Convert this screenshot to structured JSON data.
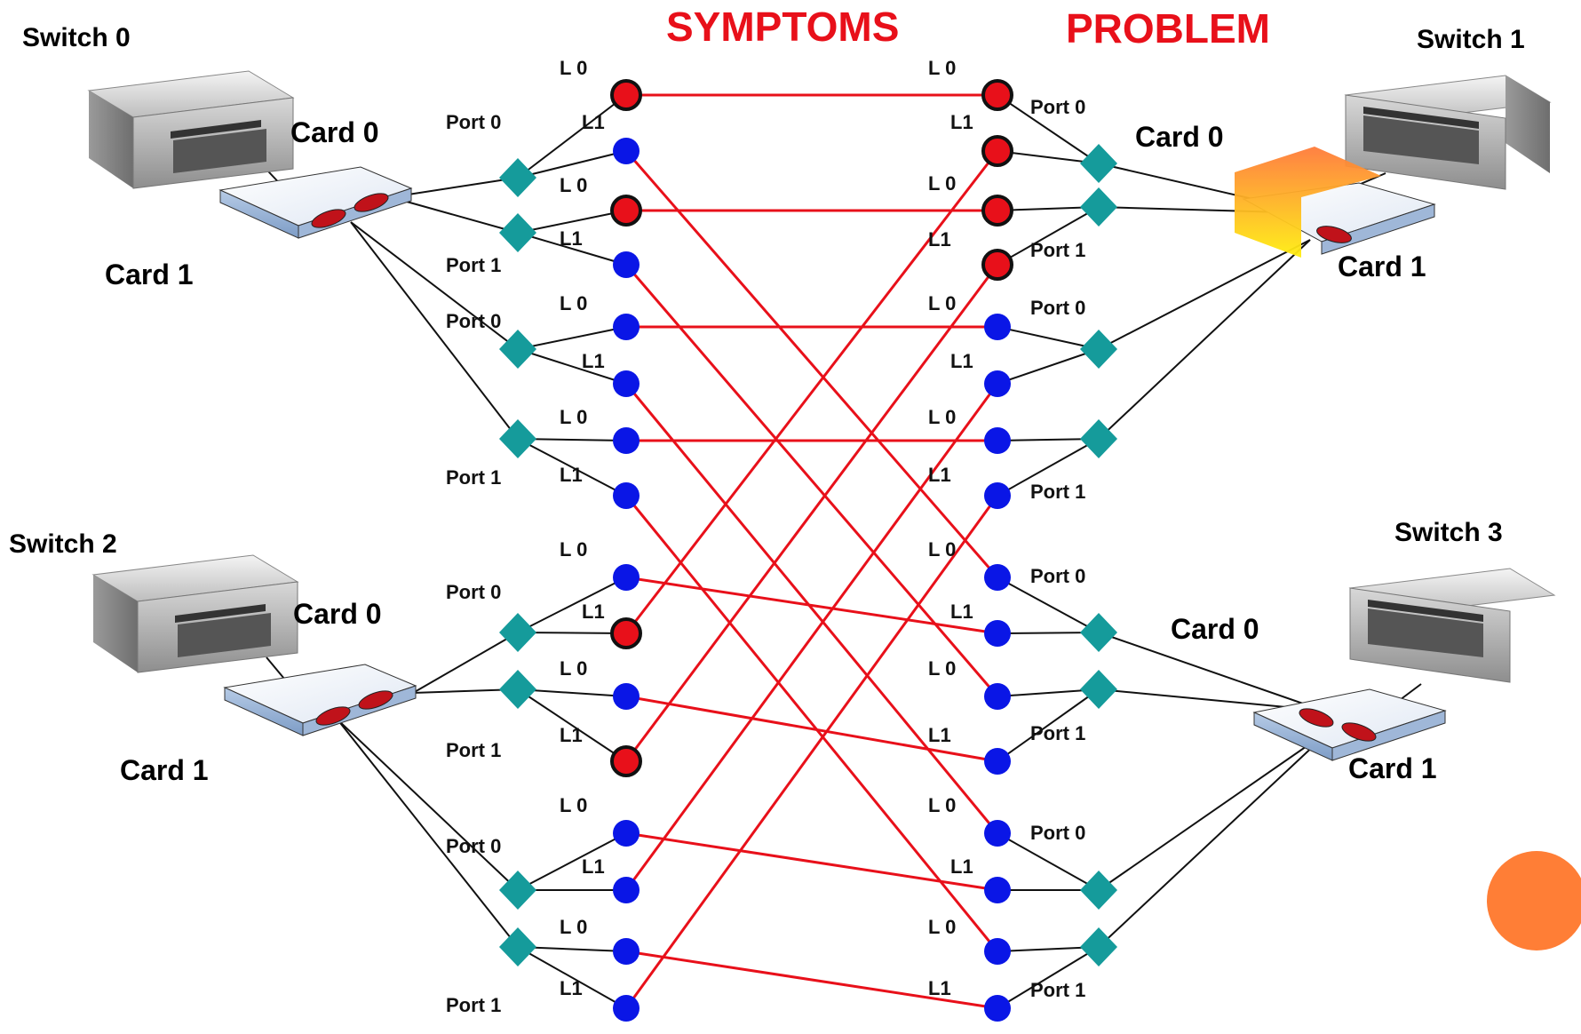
{
  "headings": {
    "symptoms": "SYMPTOMS",
    "problem": "PROBLEM"
  },
  "switches": [
    {
      "id": "s0",
      "label": "Switch 0"
    },
    {
      "id": "s1",
      "label": "Switch 1"
    },
    {
      "id": "s2",
      "label": "Switch 2"
    },
    {
      "id": "s3",
      "label": "Switch 3"
    }
  ],
  "card_labels": {
    "s0_card0": "Card 0",
    "s0_card1": "Card 1",
    "s1_card0": "Card 0",
    "s1_card1": "Card 1",
    "s2_card0": "Card 0",
    "s2_card1": "Card 1",
    "s3_card0": "Card 0",
    "s3_card1": "Card 1"
  },
  "port_label_text": {
    "p0": "Port 0",
    "p1": "Port 1"
  },
  "link_label_text": {
    "l0": "L 0",
    "l1": "L1"
  },
  "left_nodes": [
    "red",
    "blue",
    "red",
    "blue",
    "blue",
    "blue",
    "blue",
    "blue",
    "blue",
    "red",
    "blue",
    "red",
    "blue",
    "blue",
    "blue",
    "blue"
  ],
  "right_nodes": [
    "red",
    "red",
    "red",
    "red",
    "blue",
    "blue",
    "blue",
    "blue",
    "blue",
    "blue",
    "blue",
    "blue",
    "blue",
    "blue",
    "blue",
    "blue"
  ],
  "cross_links": [
    [
      0,
      0
    ],
    [
      1,
      8
    ],
    [
      2,
      2
    ],
    [
      3,
      10
    ],
    [
      4,
      4
    ],
    [
      5,
      12
    ],
    [
      6,
      6
    ],
    [
      7,
      14
    ],
    [
      8,
      9
    ],
    [
      9,
      1
    ],
    [
      10,
      11
    ],
    [
      11,
      3
    ],
    [
      12,
      13
    ],
    [
      13,
      5
    ],
    [
      14,
      15
    ],
    [
      15,
      7
    ]
  ],
  "colors": {
    "link": "#e8101a",
    "node_red": "#e8101a",
    "node_blue": "#0a16e6",
    "diamond": "#159b9b",
    "heading": "#e8101a",
    "accent_circle": "#ff7e36",
    "highlight_top": "#ff7a3a",
    "highlight_bottom": "#ffee10"
  },
  "icons": {
    "switch": "network-switch-icon",
    "card": "network-card-icon",
    "port": "port-diamond-icon",
    "highlight": "fault-highlight-icon"
  }
}
